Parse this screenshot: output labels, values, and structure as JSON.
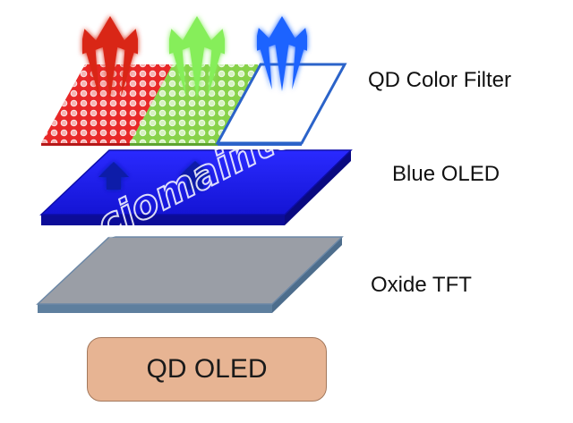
{
  "labels": {
    "qd_color_filter": "QD Color Filter",
    "blue_oled": "Blue OLED",
    "oxide_tft": "Oxide TFT"
  },
  "title_box": {
    "text": "QD OLED"
  },
  "watermark": {
    "text": "ciomaintell"
  },
  "colors": {
    "red_filter": "#e82828",
    "green_filter": "#88d24a",
    "blue_filter_outline": "#2b63c9",
    "blue_oled": "#1a1ae6",
    "blue_oled_edge": "#0c0c98",
    "arrow_dark_blue": "#0a1aa8",
    "oxide_tft": "#9a9ea6",
    "oxide_tft_edge": "#5e7f9e",
    "title_box_fill": "#e7b493",
    "red_arrow": "#d92613",
    "green_arrow": "#86ee5a",
    "blue_arrow": "#1e63ff"
  },
  "icons": [
    "up-arrow-icon",
    "triple-arrow-icon"
  ]
}
